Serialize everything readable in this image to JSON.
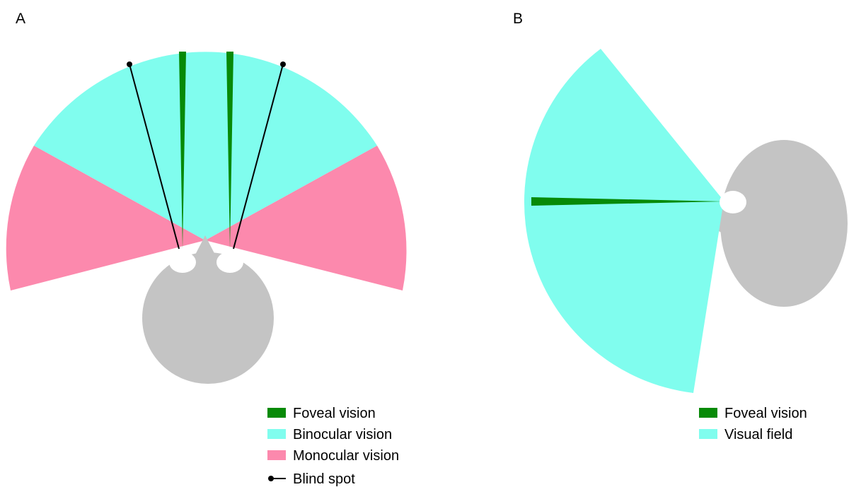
{
  "panels": {
    "a": {
      "label": "A",
      "legend": {
        "foveal": "Foveal vision",
        "binocular": "Binocular vision",
        "monocular": "Monocular vision",
        "blind_spot": "Blind spot"
      }
    },
    "b": {
      "label": "B",
      "legend": {
        "foveal": "Foveal vision",
        "visual_field": "Visual field"
      }
    }
  },
  "colors": {
    "foveal": "#078a07",
    "binocular": "#80fdee",
    "visual_field": "#80fdee",
    "monocular": "#fc89ad",
    "head": "#c4c4c4",
    "eye": "#ffffff",
    "blind_spot_line": "#000000"
  }
}
